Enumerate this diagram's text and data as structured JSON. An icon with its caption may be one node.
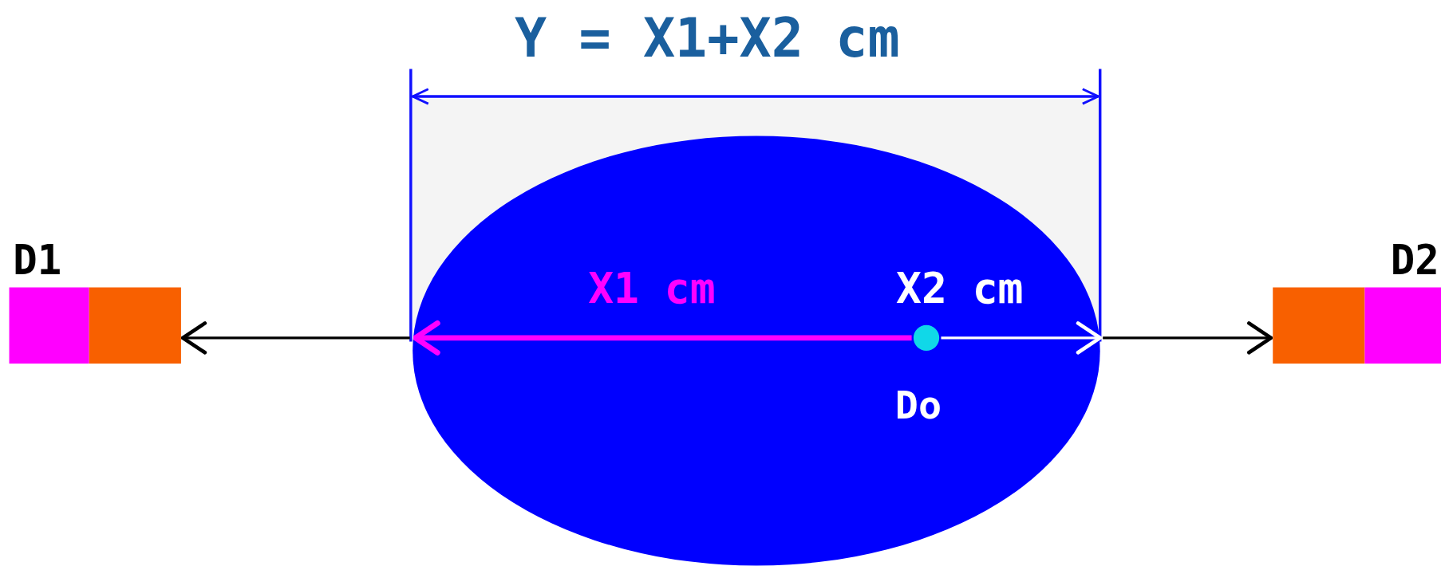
{
  "diagram": {
    "nodes": [
      {
        "text": [
          "D1"
        ]
      },
      {
        "text": [],
        "shape": "ellipse"
      },
      {
        "text": [],
        "shape": "circle",
        "in": 1,
        "beside": [
          "Do"
        ]
      },
      {
        "text": [
          "D2"
        ]
      }
    ],
    "edges": [
      {
        "from": 2,
        "to": null,
        "arrow": "to",
        "label": "X1 cm",
        "style": "thick",
        "color": "#ff00ff"
      },
      {
        "from": 1,
        "to": 0,
        "arrow": "to"
      },
      {
        "from": 2,
        "to": null,
        "arrow": "to",
        "label": "X2 cm",
        "color": "#ffffff"
      },
      {
        "from": 1,
        "to": 3,
        "arrow": "to"
      }
    ],
    "labels": [
      "Y = X1+X2 cm"
    ]
  }
}
